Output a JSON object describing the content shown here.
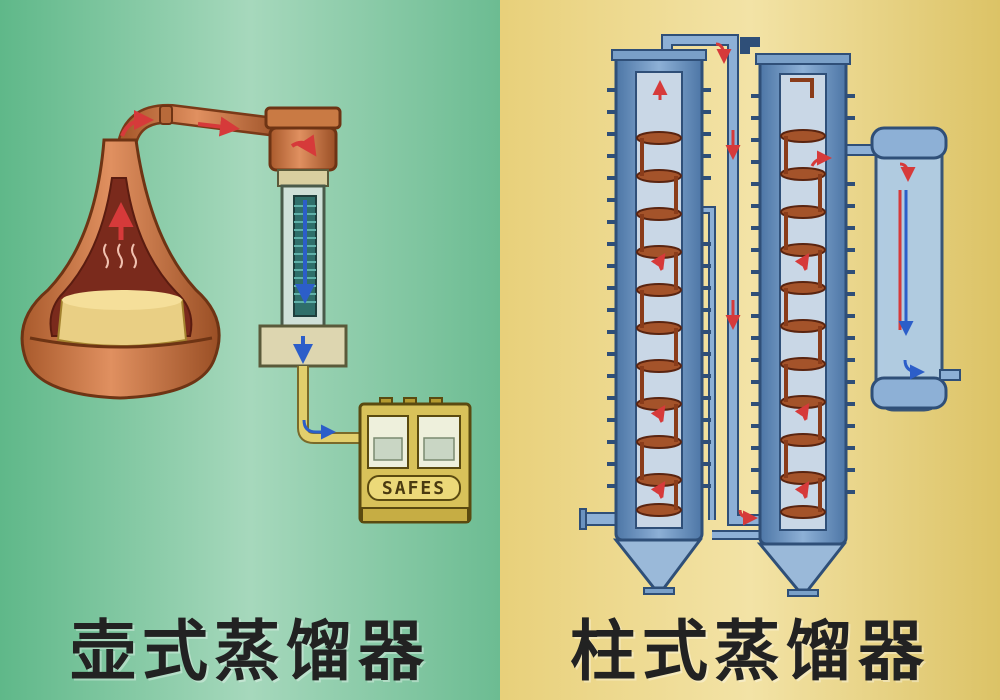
{
  "panels": {
    "left": {
      "caption": "壶式蒸馏器",
      "safe_label": "SAFES",
      "background": "#86c9a6"
    },
    "right": {
      "caption": "柱式蒸馏器",
      "background": "#e3cd7a"
    }
  },
  "colors": {
    "copper": "#c8733f",
    "copper_dark": "#8a4420",
    "brass": "#d8c25a",
    "steel_blue": "#6a92bf",
    "steel_dark": "#2f4f78",
    "arrow_red": "#d63a3a",
    "arrow_blue": "#2c5ec9"
  }
}
